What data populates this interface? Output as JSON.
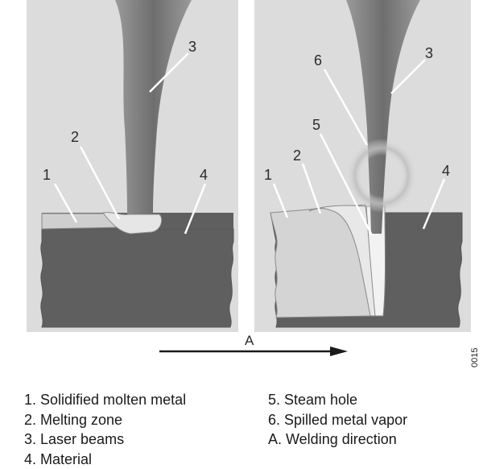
{
  "figure": {
    "left_panel": {
      "callouts": [
        "1",
        "2",
        "3",
        "4"
      ]
    },
    "right_panel": {
      "callouts": [
        "1",
        "2",
        "3",
        "4",
        "5",
        "6"
      ]
    },
    "direction_label": "A",
    "figure_code": "0015"
  },
  "legend": {
    "left_column": [
      "1. Solidified molten metal",
      "2. Melting zone",
      "3. Laser beams",
      "4. Material"
    ],
    "right_column": [
      "5. Steam hole",
      "6. Spilled metal vapor",
      "A. Welding direction"
    ]
  },
  "colors": {
    "panel_background": "#dcdcdc",
    "material": "#5f5f5f",
    "laser_beam": "#7f7f7f",
    "solidified_metal": "#cfcfcf",
    "melt": "#e6e6e6"
  }
}
